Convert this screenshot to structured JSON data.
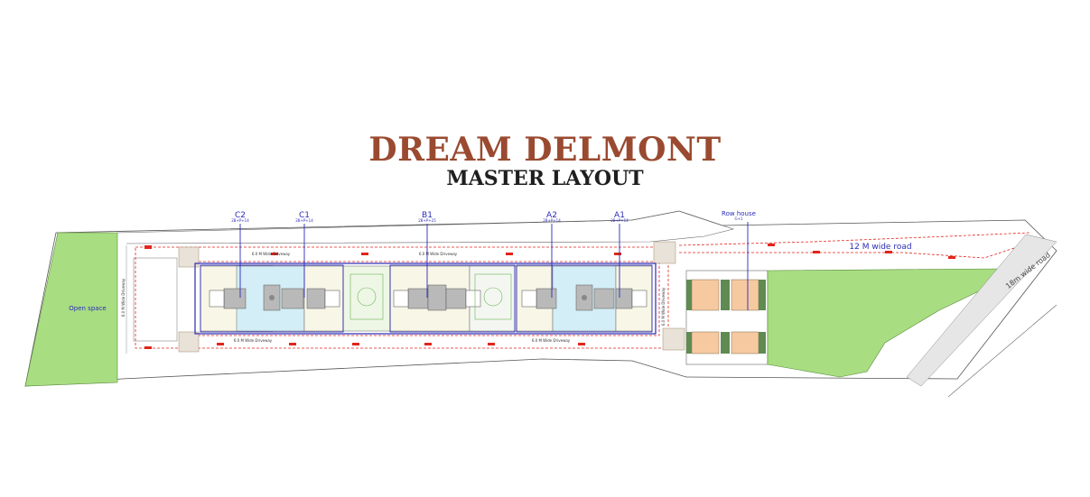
{
  "title": "DREAM DELMONT",
  "subtitle": "MASTER LAYOUT",
  "blocks": [
    {
      "name": "C2",
      "floors": "2B+P+14"
    },
    {
      "name": "C1",
      "floors": "2B+P+14"
    },
    {
      "name": "B1",
      "floors": "2B+P+25"
    },
    {
      "name": "A2",
      "floors": "2B+P+14"
    },
    {
      "name": "A1",
      "floors": "2B+P+14"
    }
  ],
  "row_house": {
    "name": "Row house",
    "floors": "G+1"
  },
  "labels": {
    "open_space": "Open space",
    "road_12": "12 M wide road",
    "road_18": "18m wide road",
    "driveway_top_left": "6.0 M Wide Driveway",
    "driveway_top_mid": "6.0 M Wide Driveway",
    "driveway_bottom_left": "6.0 M Wide Driveway",
    "driveway_bottom_right": "6.0 M Wide Driveway",
    "driveway_left_vertical": "6.0 M Wide Driveway",
    "driveway_right_vertical": "6.0 M Wide Driveway"
  },
  "colors": {
    "title": "#9a4a30",
    "subtitle": "#1f1f1f",
    "label_blue": "#2b2bb8",
    "green_space": "#a8dd82",
    "row_house_fill": "#f6c9a0",
    "tower_blue": "#d3eef6",
    "tower_cream": "#f8f6e6",
    "driveway_red": "#e0261c"
  }
}
